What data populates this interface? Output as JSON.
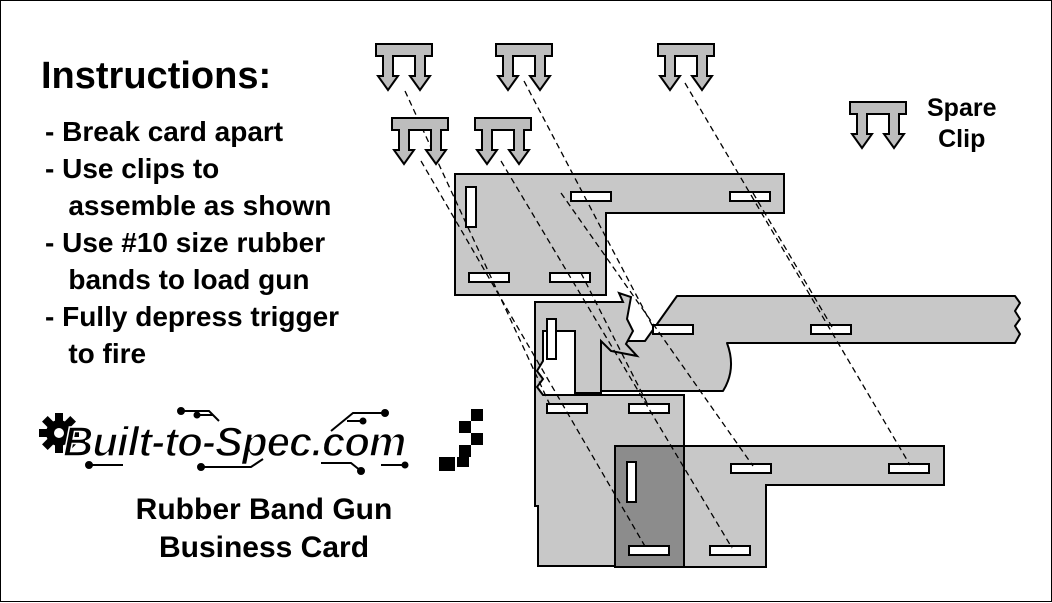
{
  "instructions": {
    "title": "Instructions:",
    "steps": [
      "- Break card apart",
      "- Use clips to",
      "   assemble as shown",
      "- Use #10 size rubber",
      "   bands to load gun",
      "- Fully depress trigger",
      "   to fire"
    ]
  },
  "spare_label": [
    "Spare",
    "Clip"
  ],
  "brand": {
    "logo_text": "Built-to-Spec.com"
  },
  "subtitle": [
    "Rubber Band Gun",
    "Business Card"
  ],
  "colors": {
    "part_fill": "#c8c8c8",
    "overlap_fill": "#8c8c8c",
    "clip_fill": "#bdbdbd",
    "stroke": "#000000",
    "background": "#ffffff"
  }
}
